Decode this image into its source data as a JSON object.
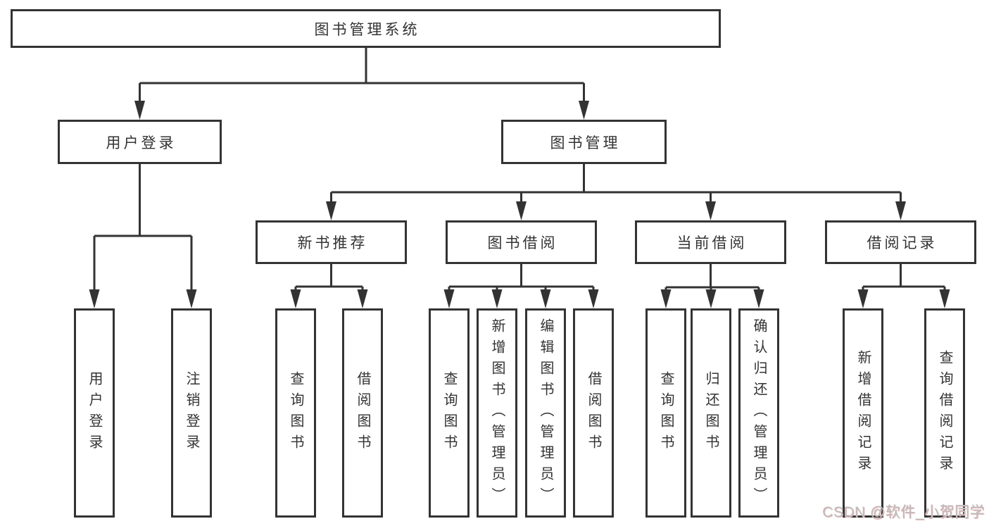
{
  "colors": {
    "line": "#333333",
    "box_border": "#333333",
    "box_fill": "#ffffff",
    "text": "#333333",
    "watermark_text": "#bcbcbc"
  },
  "root": {
    "label": "图书管理系统"
  },
  "branches": [
    {
      "label": "用户登录",
      "children": [
        {
          "label": "用户登录"
        },
        {
          "label": "注销登录"
        }
      ]
    },
    {
      "label": "图书管理",
      "children": [
        {
          "label": "新书推荐",
          "children": [
            {
              "label": "查询图书"
            },
            {
              "label": "借阅图书"
            }
          ]
        },
        {
          "label": "图书借阅",
          "children": [
            {
              "label": "查询图书"
            },
            {
              "label": "新增图书（管理员）"
            },
            {
              "label": "编辑图书（管理员）"
            },
            {
              "label": "借阅图书"
            }
          ]
        },
        {
          "label": "当前借阅",
          "children": [
            {
              "label": "查询图书"
            },
            {
              "label": "归还图书"
            },
            {
              "label": "确认归还（管理员）"
            }
          ]
        },
        {
          "label": "借阅记录",
          "children": [
            {
              "label": "新增借阅记录"
            },
            {
              "label": "查询借阅记录"
            }
          ]
        }
      ]
    }
  ],
  "watermark": {
    "text": "CSDN @软件_小贺同学"
  }
}
